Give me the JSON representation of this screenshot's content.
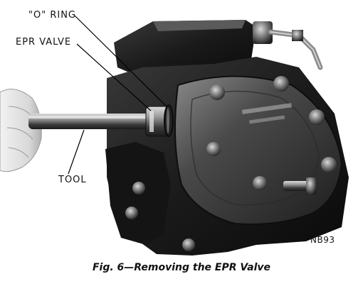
{
  "figure": {
    "labels": {
      "o_ring": "\"O\" RING",
      "epr_valve": "EPR VALVE",
      "tool": "TOOL",
      "code": "NB93"
    },
    "caption": "Fig. 6—Removing the EPR Valve"
  },
  "colors": {
    "background": "#ffffff",
    "ink": "#111111"
  }
}
